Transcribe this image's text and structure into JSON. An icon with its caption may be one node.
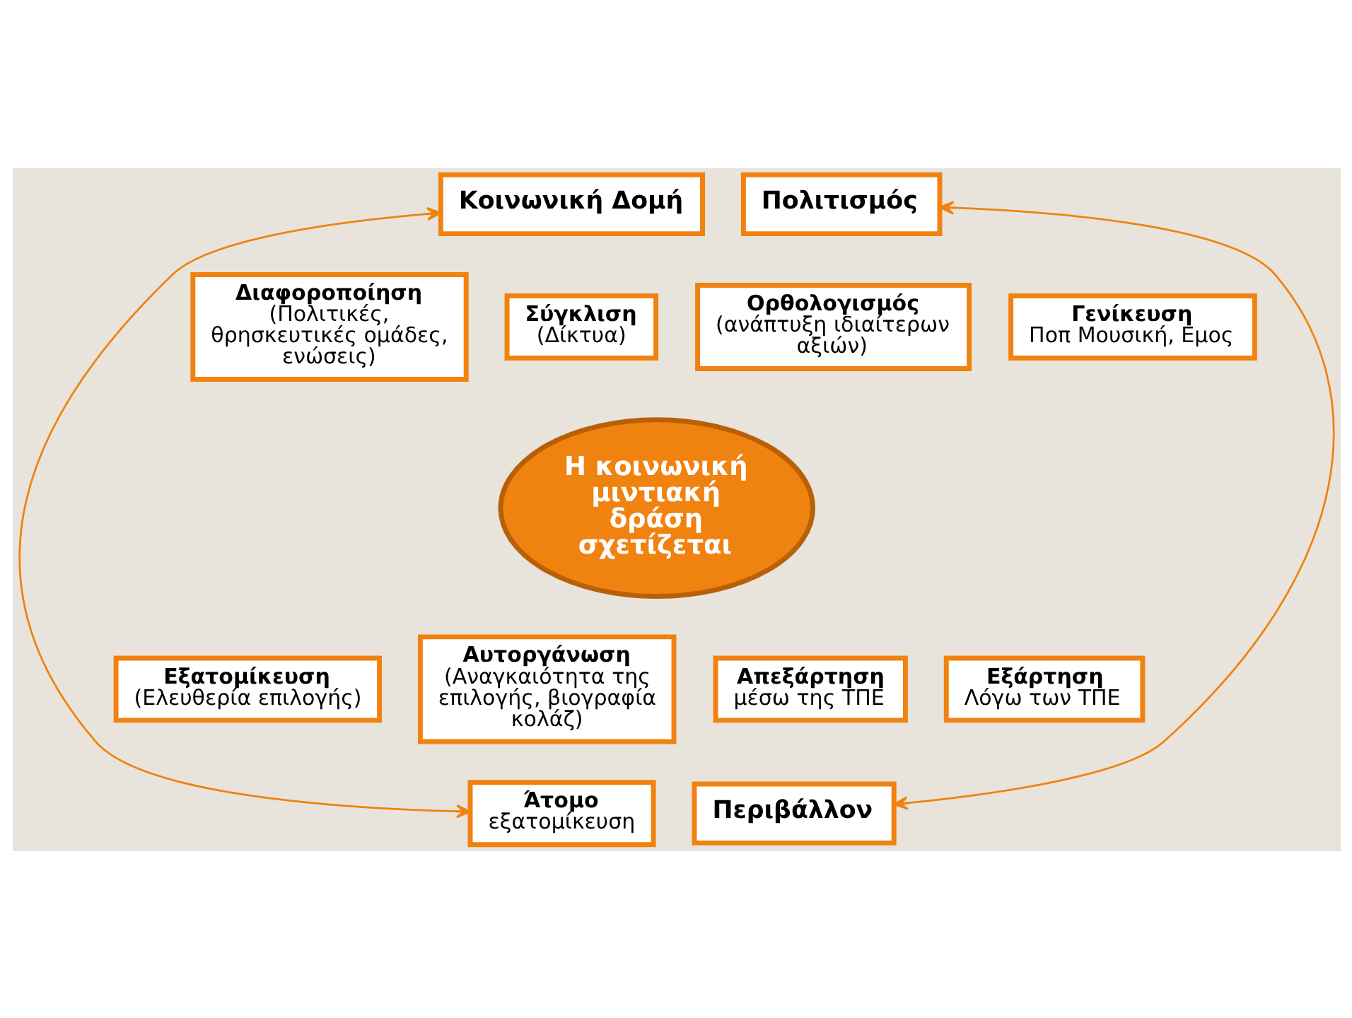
{
  "diagram": {
    "nodes": [
      {
        "text": [
          "Κοινωνική Δομή"
        ]
      },
      {
        "text": [
          "Πολιτισμός"
        ]
      },
      {
        "text": [
          "Διαφοροποίηση",
          "(Πολιτικές, θρησκευτικές ομάδες, ενώσεις)"
        ]
      },
      {
        "text": [
          "Σύγκλιση",
          "(Δίκτυα)"
        ]
      },
      {
        "text": [
          "Ορθολογισμός",
          "(ανάπτυξη ιδιαίτερων αξιών)"
        ]
      },
      {
        "text": [
          "Γενίκευση",
          "Ποπ Μουσική, Εμος"
        ]
      },
      {
        "text": [
          "Η κοινωνική μιντιακή δράση σχετίζεται"
        ]
      },
      {
        "text": [
          "Εξατομίκευση",
          "(Ελευθερία επιλογής)"
        ]
      },
      {
        "text": [
          "Αυτοργάνωση",
          "(Αναγκαιότητα της επιλογής, βιογραφία κολάζ)"
        ]
      },
      {
        "text": [
          "Απεξάρτηση",
          "μέσω της ΤΠΕ"
        ]
      },
      {
        "text": [
          "Εξάρτηση",
          "Λόγω των ΤΠΕ"
        ]
      },
      {
        "text": [
          "Άτομο",
          "εξατομίκευση"
        ]
      },
      {
        "text": [
          "Περιβάλλον"
        ]
      }
    ],
    "edges": [
      {
        "from": 0,
        "to": 11,
        "arrow": "both"
      },
      {
        "from": 1,
        "to": 12,
        "arrow": "both"
      }
    ]
  }
}
